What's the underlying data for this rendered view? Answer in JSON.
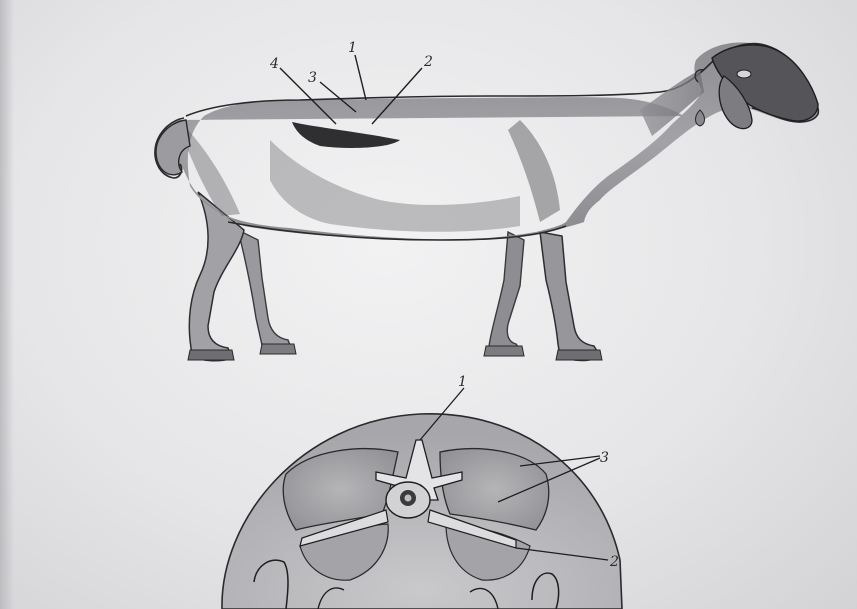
{
  "labels": {
    "lateral_view": [
      "1",
      "2",
      "3",
      "4"
    ],
    "cross_section": [
      "1",
      "2",
      "3"
    ]
  },
  "colors": {
    "paper": "#ececee",
    "pencil_dark": "#2e2e30",
    "pencil_mid": "#6d6d70",
    "pencil_light": "#a9a9ad"
  }
}
